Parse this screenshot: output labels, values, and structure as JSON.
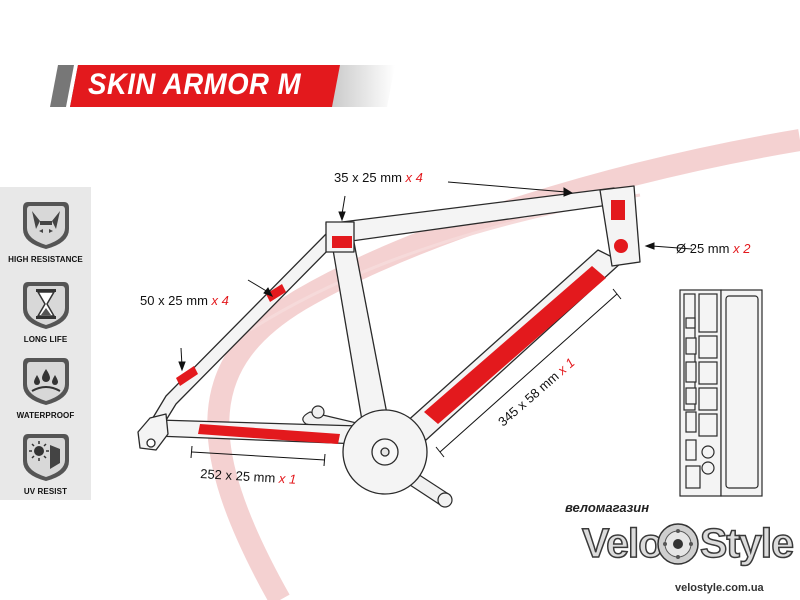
{
  "title": "SKIN ARMOR M",
  "features": [
    {
      "label": "HIGH RESISTANCE",
      "icon": "high-resistance-icon"
    },
    {
      "label": "LONG LIFE",
      "icon": "hourglass-icon"
    },
    {
      "label": "WATERPROOF",
      "icon": "water-drops-icon"
    },
    {
      "label": "UV RESIST",
      "icon": "sun-icon"
    }
  ],
  "dimensions": {
    "top_tube": {
      "size": "35 x 25 mm",
      "mult": "x 4"
    },
    "head_tube": {
      "size": "Ø 25 mm",
      "mult": "x 2"
    },
    "seat_stay": {
      "size": "50 x 25 mm",
      "mult": "x 4"
    },
    "down_tube": {
      "size": "345 x 58 mm",
      "mult": "x 1"
    },
    "chain_stay": {
      "size": "252 x 25 mm",
      "mult": "x 1"
    }
  },
  "brand": {
    "sub": "веломагазин",
    "name_left": "Velo",
    "name_right": "Style",
    "url": "velostyle.com.ua"
  },
  "colors": {
    "accent": "#e3191d",
    "frame_fill": "#f4f4f4",
    "frame_stroke": "#2a2a2a",
    "swoosh": "#f2c9c9",
    "panel": "#e8e8e8"
  }
}
